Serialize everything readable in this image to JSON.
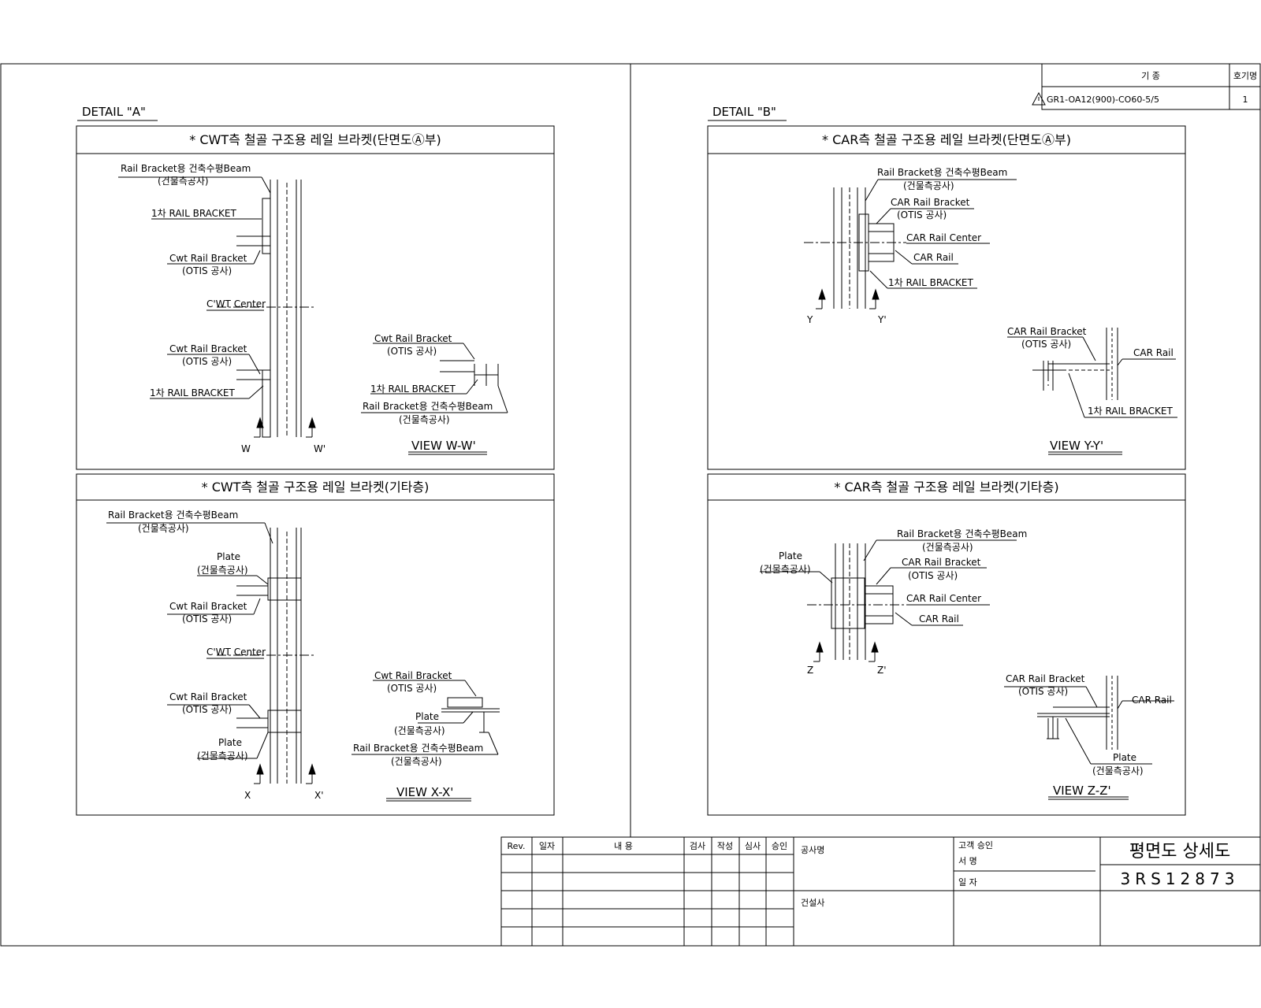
{
  "header": {
    "model_label": "기  종",
    "unit_label": "호기명",
    "model_value": "GR1-OA12(900)-CO60-5/5",
    "unit_value": "1"
  },
  "detail_a": {
    "title": "DETAIL \"A\"",
    "panel_top": {
      "title": "* CWT측 철골 구조용 레일 브라켓(단면도Ⓐ부)",
      "beam_label": "Rail Bracket용 건축수평Beam",
      "beam_sub": "(건물측공사)",
      "bracket1_top": "1차 RAIL BRACKET",
      "cwt_bracket_1": "Cwt Rail Bracket",
      "otis_1": "(OTIS 공사)",
      "center": "C'WT Center",
      "cwt_bracket_2": "Cwt Rail Bracket",
      "otis_2": "(OTIS 공사)",
      "bracket1_bottom": "1차 RAIL BRACKET",
      "mark_left": "W",
      "mark_right": "W'",
      "view": {
        "cwt_bracket": "Cwt Rail Bracket",
        "otis": "(OTIS 공사)",
        "bracket1": "1차 RAIL BRACKET",
        "beam": "Rail Bracket용 건축수평Beam",
        "beam_sub": "(건물측공사)",
        "title": "VIEW W-W'"
      }
    },
    "panel_bottom": {
      "title": "* CWT측 철골 구조용 레일 브라켓(기타층)",
      "beam_label": "Rail Bracket용 건축수평Beam",
      "beam_sub": "(건물측공사)",
      "plate_1": "Plate",
      "plate_1_sub": "(건물측공사)",
      "cwt_bracket_1": "Cwt Rail Bracket",
      "otis_1": "(OTIS 공사)",
      "center": "C'WT Center",
      "cwt_bracket_2": "Cwt Rail Bracket",
      "otis_2": "(OTIS 공사)",
      "plate_2": "Plate",
      "plate_2_sub": "(건물측공사)",
      "mark_left": "X",
      "mark_right": "X'",
      "view": {
        "cwt_bracket": "Cwt Rail Bracket",
        "otis": "(OTIS 공사)",
        "plate": "Plate",
        "plate_sub": "(건물측공사)",
        "beam": "Rail Bracket용 건축수평Beam",
        "beam_sub": "(건물측공사)",
        "title": "VIEW X-X'"
      }
    }
  },
  "detail_b": {
    "title": "DETAIL \"B\"",
    "panel_top": {
      "title": "* CAR측 철골 구조용 레일 브라켓(단면도Ⓐ부)",
      "beam_label": "Rail Bracket용 건축수평Beam",
      "beam_sub": "(건물측공사)",
      "car_bracket": "CAR Rail Bracket",
      "otis": "(OTIS 공사)",
      "center": "CAR Rail Center",
      "car_rail": "CAR Rail",
      "bracket1": "1차 RAIL BRACKET",
      "mark_left": "Y",
      "mark_right": "Y'",
      "view": {
        "car_bracket": "CAR Rail Bracket",
        "otis": "(OTIS 공사)",
        "car_rail": "CAR Rail",
        "bracket1": "1차 RAIL BRACKET",
        "title": "VIEW Y-Y'"
      }
    },
    "panel_bottom": {
      "title": "* CAR측 철골 구조용 레일 브라켓(기타층)",
      "beam_label": "Rail Bracket용 건축수평Beam",
      "beam_sub": "(건물측공사)",
      "plate": "Plate",
      "plate_sub": "(건물측공사)",
      "car_bracket": "CAR Rail Bracket",
      "otis": "(OTIS 공사)",
      "center": "CAR Rail Center",
      "car_rail": "CAR Rail",
      "mark_left": "Z",
      "mark_right": "Z'",
      "view": {
        "car_bracket": "CAR Rail Bracket",
        "otis": "(OTIS 공사)",
        "car_rail": "CAR Rail",
        "plate": "Plate",
        "plate_sub": "(건물측공사)",
        "title": "VIEW Z-Z'"
      }
    }
  },
  "title_block": {
    "rev_headers": [
      "Rev.",
      "일자",
      "내    용",
      "검사",
      "작성",
      "심사",
      "승인"
    ],
    "site_label": "공사명",
    "customer_approval": "고객 승인",
    "signature": "서 명",
    "date": "일 자",
    "builder": "건설사",
    "drawing_title": "평면도 상세도",
    "drawing_number": "3RS12873"
  }
}
